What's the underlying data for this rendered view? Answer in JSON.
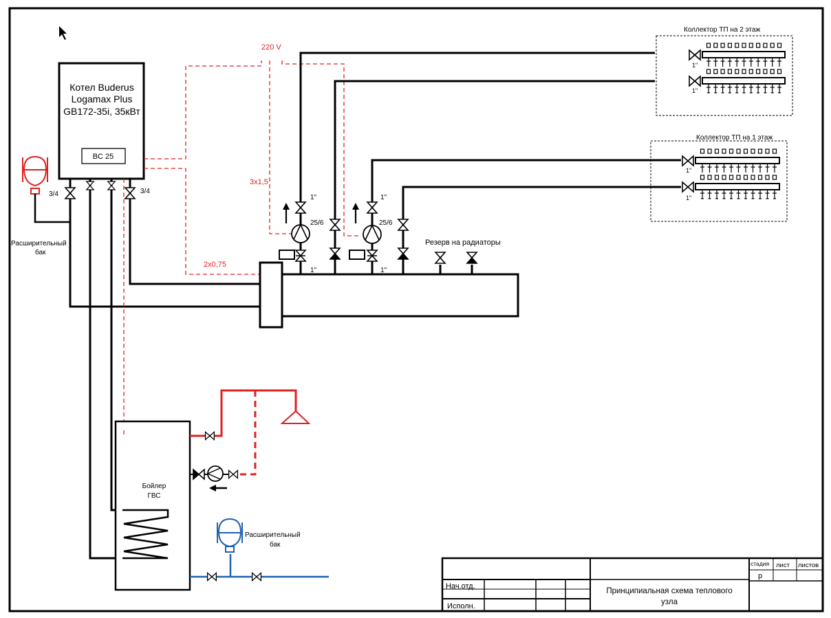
{
  "colors": {
    "pipe": "#000000",
    "power": "#e02020",
    "hot_water": "#e02020",
    "cold_water": "#2060b0"
  },
  "boiler": {
    "line1": "Котел Buderus",
    "line2": "Logamax Plus",
    "line3": "GB172-35i, 35кВт",
    "controller": "BC 25"
  },
  "labels": {
    "voltage": "220 V",
    "cable_3x15": "3х1,5",
    "cable_2x075": "2х0,75",
    "size_34_left": "3/4",
    "size_34_right": "3/4",
    "pump1": "25/6",
    "pump2": "25/6",
    "inch": "1\"",
    "reserve": "Резерв на радиаторы",
    "exp_tank_heating_1": "Расширительный",
    "exp_tank_heating_2": "бак",
    "exp_tank_water_1": "Расширительный",
    "exp_tank_water_2": "бак",
    "dhw_1": "Бойлер",
    "dhw_2": "ГВС",
    "manifold_2": "Коллектор ТП на 2 этаж",
    "manifold_1": "Коллектор ТП на 1 этаж"
  },
  "title_block": {
    "stage_h": "стадия",
    "sheet_h": "лист",
    "sheets_h": "листов",
    "stage_v": "р",
    "head": "Нач.отд.",
    "performer": "Исполн.",
    "title1": "Принципиальная схема теплового",
    "title2": "узла"
  }
}
